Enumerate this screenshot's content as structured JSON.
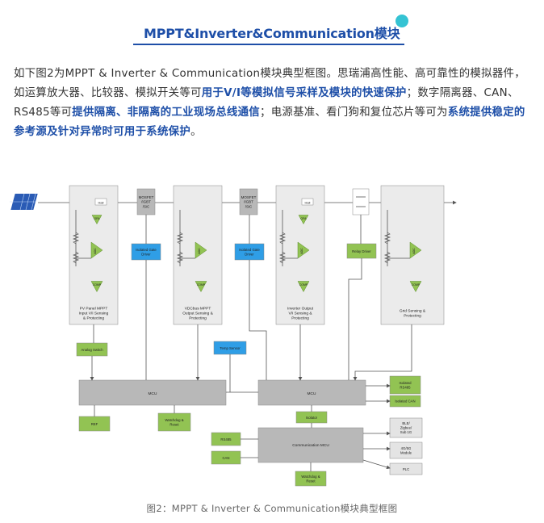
{
  "heading": {
    "title": "MPPT&Inverter&Communication模块",
    "accent_color": "#1e4fa8",
    "dot_color": "#35c3d3"
  },
  "paragraph": {
    "segments": [
      {
        "text": "如下图2为MPPT & Inverter & Communication模块典型框图。思瑞浦高性能、高可靠性的模拟器件，如运算放大器、比较器、模拟开关等可",
        "hl": false
      },
      {
        "text": "用于V/I等模拟信号采样及模块的快速保护",
        "hl": true
      },
      {
        "text": "；数字隔离器、CAN、RS485等可",
        "hl": false
      },
      {
        "text": "提供隔离、非隔离的工业现场总线通信",
        "hl": true
      },
      {
        "text": "；电源基准、看门狗和复位芯片等可为",
        "hl": false
      },
      {
        "text": "系统提供稳定的参考源及针对异常时可用于系统保护",
        "hl": true
      },
      {
        "text": "。",
        "hl": false
      }
    ]
  },
  "diagram": {
    "colors": {
      "panel": "#ebebeb",
      "green": "#92c353",
      "blue": "#2f9ee6",
      "gray": "#b8b8b8",
      "line": "#555555"
    },
    "stages": [
      {
        "label_lines": [
          "PV Panel MPPT",
          "Input V/I Sensing",
          "& Protecting"
        ]
      },
      {
        "label_lines": [
          "VDCbus MPPT",
          "Output Sensing &",
          "Protecting"
        ]
      },
      {
        "label_lines": [
          "Inverter Output",
          "V/I Sensing &",
          "Protecting"
        ]
      },
      {
        "label_lines": [
          "Grid Sensing &",
          "Protecting"
        ]
      }
    ],
    "switches": [
      {
        "label_lines": [
          "MOSFET",
          "/IGBT",
          "/SiC"
        ]
      },
      {
        "label_lines": [
          "MOSFET",
          "/IGBT",
          "/SiC"
        ]
      }
    ],
    "hall": "Hall",
    "opa": "OPA",
    "comp": "COMP",
    "adc": "ADC",
    "gate_driver_lines": [
      "Isolated Gate",
      "Driver"
    ],
    "relay_driver": "Relay Driver",
    "analog_switch": "Analog Switch",
    "temp_sensor": "Temp Sensor",
    "mcu": "MCU",
    "ref": "REF",
    "watchdog_lines": [
      "Watchdog &",
      "Reset"
    ],
    "isolator": "Isolator",
    "isolated_rs485_lines": [
      "Isolated",
      "RS485"
    ],
    "isolated_can": "Isolated CAN",
    "comm_mcu": "Communication MCU",
    "rs485": "RS485",
    "can": "CAN",
    "ble_lines": [
      "BLE/",
      "Zigbee/",
      "Sub 1G"
    ],
    "cellular_lines": [
      "4G/5G",
      "Module"
    ],
    "plc": "PLC"
  },
  "caption": "图2：MPPT & Inverter & Communication模块典型框图"
}
